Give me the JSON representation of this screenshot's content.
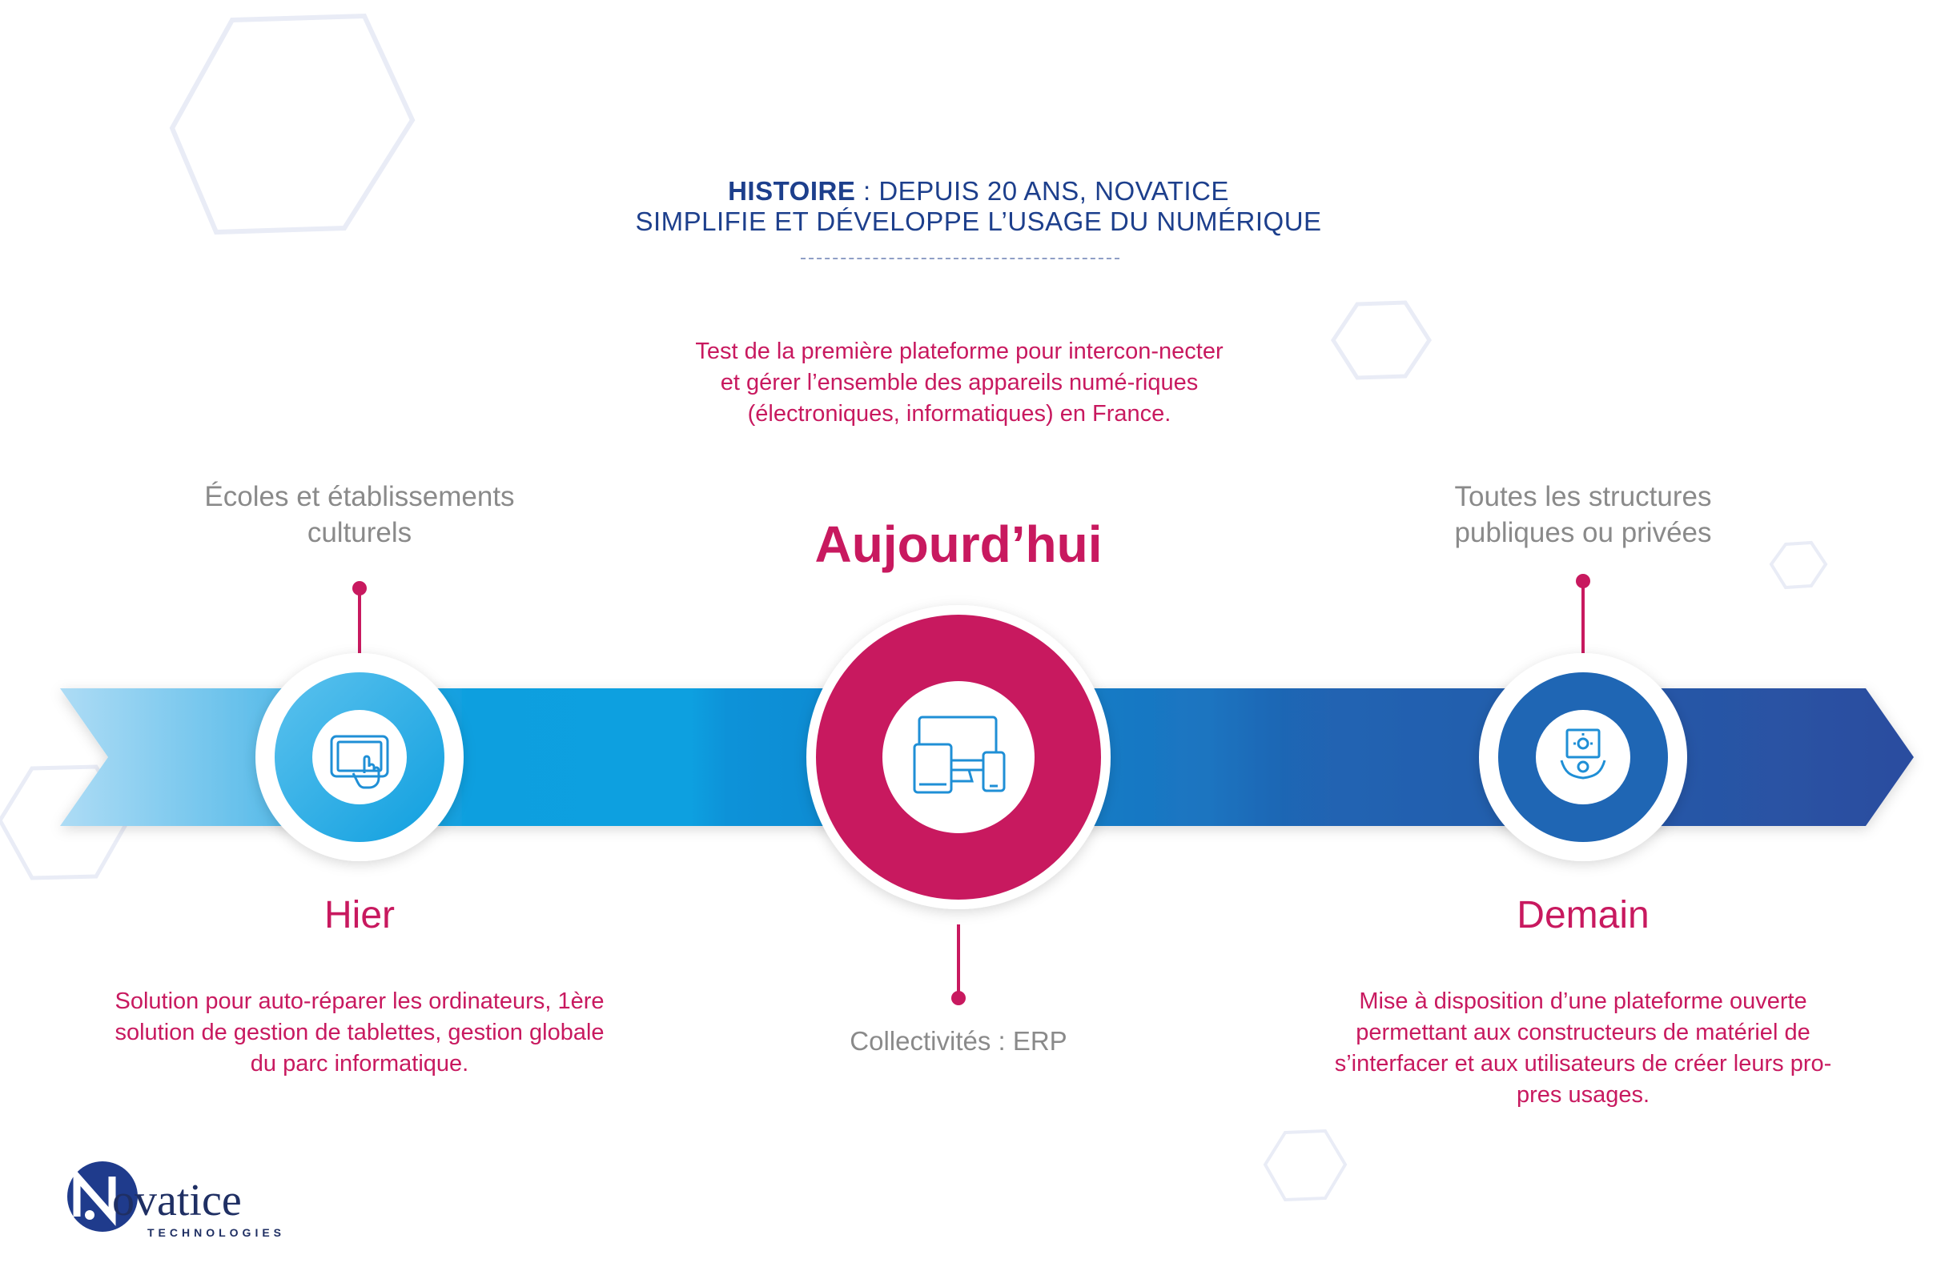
{
  "header": {
    "bold": "HISTOIRE",
    "rest_line1": " : DEPUIS 20 ANS, NOVATICE",
    "line2": "SIMPLIFIE ET DÉVELOPPE L’USAGE DU NUMÉRIQUE"
  },
  "colors": {
    "accent": "#c8195f",
    "header_blue": "#1d3f8c",
    "arrow_light": "#9fd7f3",
    "arrow_mid": "#0f9fdf",
    "arrow_dark": "#2a4fa0",
    "grey_text": "#8a8a8a"
  },
  "hier": {
    "title": "Hier",
    "category": "Écoles et établissements culturels",
    "description": "Solution pour auto-réparer les ordinateurs, 1ère solution de gestion de tablettes, gestion globale du parc informatique.",
    "icon": "tablet-touch-icon"
  },
  "aujourdhui": {
    "title": "Aujourd’hui",
    "category": "Collectivités : ERP",
    "description": "Test de la première plateforme pour intercon-necter et gérer l’ensemble des appareils numé-riques (électroniques, informatiques) en France.",
    "icon": "devices-icon"
  },
  "demain": {
    "title": "Demain",
    "category": "Toutes les structures publiques ou privées",
    "description": "Mise à disposition d’une plateforme ouverte permettant aux constructeurs de matériel de s’interfacer et aux utilisateurs de créer leurs pro-pres usages.",
    "icon": "person-idea-box-icon"
  },
  "logo": {
    "letter": "N",
    "name": "ovatice",
    "subtitle": "TECHNOLOGIES"
  }
}
